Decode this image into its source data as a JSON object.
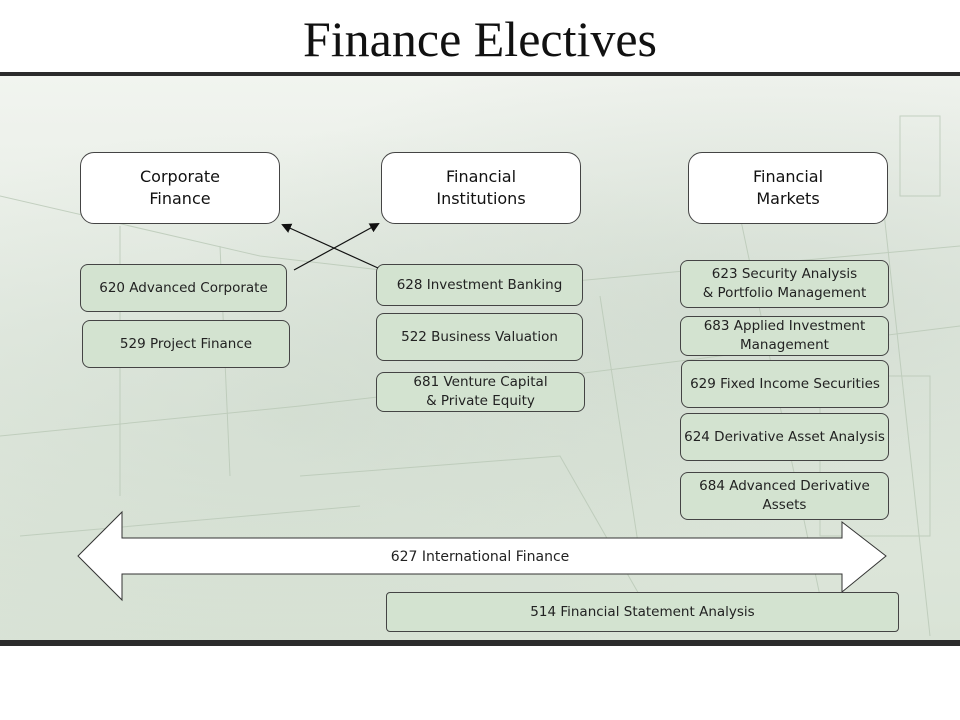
{
  "title": "Finance Electives",
  "headers": {
    "corporate": "Corporate\nFinance",
    "institutions": "Financial\nInstitutions",
    "markets": "Financial\nMarkets"
  },
  "courses": {
    "c620": "620 Advanced Corporate",
    "c529": "529 Project Finance",
    "c628": "628 Investment Banking",
    "c522": "522 Business Valuation",
    "c681": "681 Venture Capital\n& Private Equity",
    "c623": "623 Security Analysis\n& Portfolio Management",
    "c683": "683 Applied Investment\nManagement",
    "c629": "629 Fixed Income Securities",
    "c624": "624 Derivative Asset Analysis",
    "c684": "684 Advanced Derivative\nAssets",
    "c627": "627 International Finance",
    "c514": "514 Financial Statement Analysis"
  },
  "colors": {
    "course_fill": "#d3e3d0",
    "header_fill": "#ffffff",
    "rule": "#2b2b2b"
  }
}
